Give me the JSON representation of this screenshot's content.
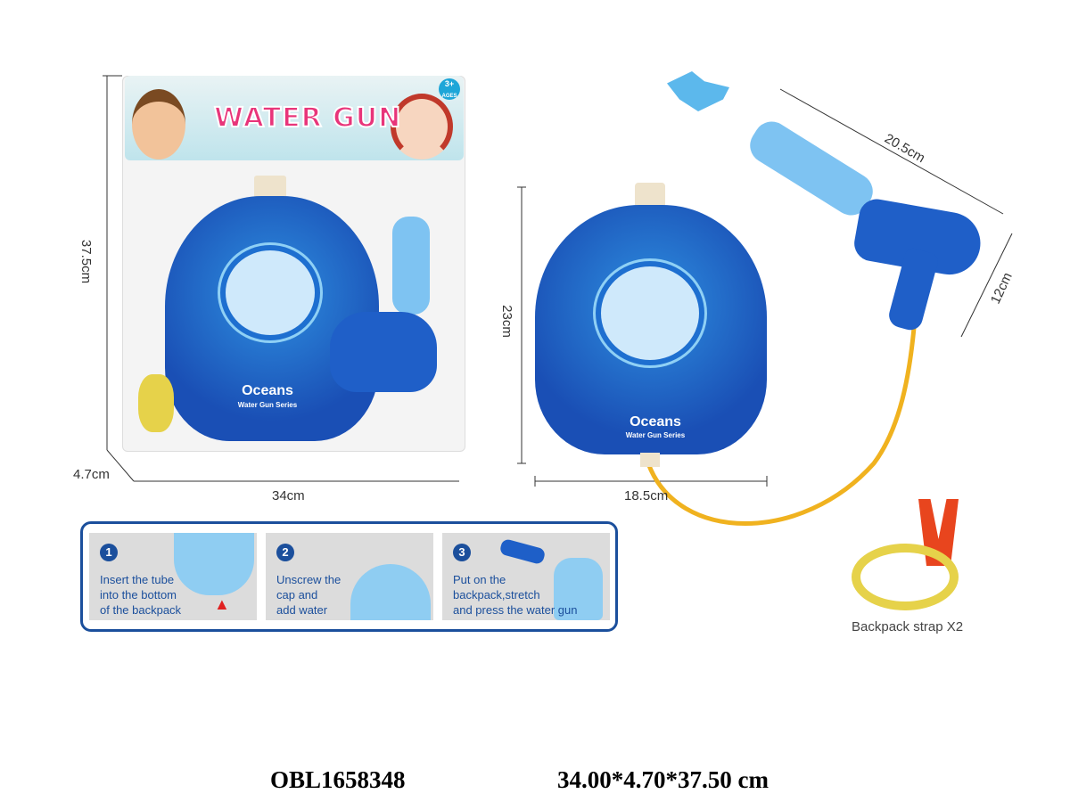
{
  "package": {
    "title": "WATER GUN",
    "age_badge": "3+",
    "age_sub": "AGES",
    "label_brand": "Oceans",
    "label_series": "Water Gun Series"
  },
  "dimensions": {
    "package_height": "37.5cm",
    "package_width": "34cm",
    "package_depth": "4.7cm",
    "backpack_height": "23cm",
    "backpack_width": "18.5cm",
    "gun_length": "20.5cm",
    "gun_height": "12cm"
  },
  "backpack": {
    "brand": "Oceans",
    "series": "Water Gun Series"
  },
  "strap_label": "Backpack strap X2",
  "instructions": [
    {
      "number": "1",
      "lines": [
        "Insert the tube",
        "into the bottom",
        "of the backpack"
      ]
    },
    {
      "number": "2",
      "lines": [
        "Unscrew the",
        "cap and",
        "add water"
      ]
    },
    {
      "number": "3",
      "lines": [
        "Put on the",
        "backpack,stretch",
        "and press the water gun"
      ]
    }
  ],
  "footer": {
    "item_code": "OBL1658348",
    "carton_size": "34.00*4.70*37.50 cm"
  },
  "colors": {
    "accent_blue": "#1b4f9c",
    "title_pink": "#e8357a",
    "hose_yellow": "#f0b21f",
    "gun_light": "#7ec3f2"
  }
}
